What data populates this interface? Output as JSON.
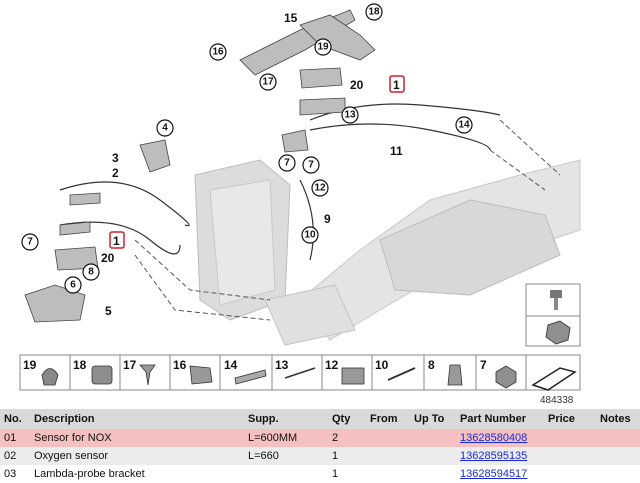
{
  "diagram": {
    "ref_number": "484338",
    "callouts": {
      "c15": "15",
      "c18": "18",
      "c16": "16",
      "c17": "17",
      "c19": "19",
      "c20a": "20",
      "c1a": "1",
      "c13": "13",
      "c14": "14",
      "c11": "11",
      "c7a": "7",
      "c7b": "7",
      "c12": "12",
      "c9": "9",
      "c10": "10",
      "c4": "4",
      "c3": "3",
      "c2": "2",
      "c1b": "1",
      "c7c": "7",
      "c20b": "20",
      "c8": "8",
      "c6": "6",
      "c5": "5",
      "c6r": "6",
      "c4r": "4"
    },
    "strip": [
      "19",
      "18",
      "17",
      "16",
      "14",
      "13",
      "12",
      "10",
      "8",
      "7"
    ]
  },
  "table": {
    "headers": {
      "no": "No.",
      "description": "Description",
      "supp": "Supp.",
      "qty": "Qty",
      "from": "From",
      "up_to": "Up To",
      "part_number": "Part Number",
      "price": "Price",
      "notes": "Notes"
    },
    "rows": [
      {
        "no": "01",
        "description": "Sensor for NOX",
        "supp": "L=600MM",
        "qty": "2",
        "part_number": "13628580408"
      },
      {
        "no": "02",
        "description": "Oxygen sensor",
        "supp": "L=660",
        "qty": "1",
        "part_number": "13628595135"
      },
      {
        "no": "03",
        "description": "Lambda-probe bracket",
        "supp": "",
        "qty": "1",
        "part_number": "13628594517"
      }
    ]
  },
  "colors": {
    "selected_row": "#f5c0c0",
    "alt_row": "#ececec",
    "header": "#d9d9d9",
    "link": "#1a2bd0",
    "highlight_box": "#d0202a"
  }
}
